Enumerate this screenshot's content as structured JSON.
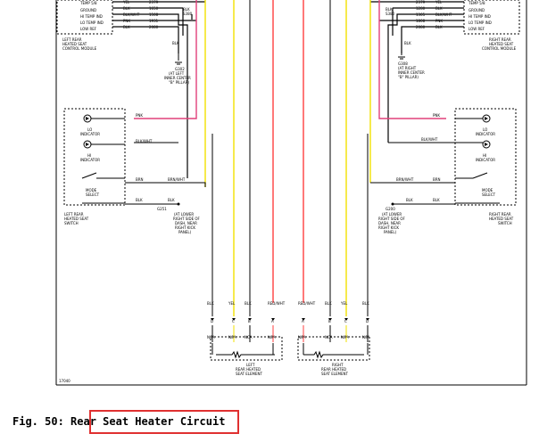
{
  "caption": {
    "prefix": "Fig. 50: Rear",
    "highlighted": "Seat Heater Circuit"
  },
  "colors": {
    "pink": "#e0407a",
    "yellow": "#f2e200",
    "red": "#ff4040",
    "highlight_box": "#e03030"
  },
  "left_module": {
    "pins": [
      {
        "name": "TEMP 5/8",
        "num": "2379",
        "color": "YEL"
      },
      {
        "name": "GROUND",
        "num": "1650",
        "color": "BLK"
      },
      {
        "name": "HI TEMP IND",
        "num": "1508",
        "color": "BLK/WHT"
      },
      {
        "name": "LO TEMP IND",
        "num": "1931",
        "color": "PNK"
      },
      {
        "name": "LOW REF",
        "num": "2080",
        "color": "BLK"
      }
    ],
    "label": [
      "LEFT REAR",
      "HEATED SEAT",
      "CONTROL MODULE"
    ],
    "splice": "BLK",
    "ground": [
      "G302",
      "(AT LEFT",
      "INNER CENTER",
      "\"B\" PILLAR)"
    ],
    "splice_num": "S380"
  },
  "right_module": {
    "pins": [
      {
        "name": "TEMP 5/8",
        "num": "2379",
        "color": "YEL"
      },
      {
        "name": "GROUND",
        "num": "1280",
        "color": "BLK"
      },
      {
        "name": "HI TEMP IND",
        "num": "1305",
        "color": "BLK/WHT"
      },
      {
        "name": "LO TEMP IND",
        "num": "1808",
        "color": "PNK"
      },
      {
        "name": "LOW REF",
        "num": "2080",
        "color": "BLK"
      }
    ],
    "label": [
      "RIGHT REAR",
      "HEATED SEAT",
      "CONTROL MODULE"
    ],
    "splice": "BLK",
    "ground": [
      "G308",
      "(AT RIGHT",
      "INNER CENTER",
      "\"B\" PILLAR)"
    ],
    "splice_num": "S380"
  },
  "left_switch": {
    "lo_indicator": [
      "LO",
      "INDICATOR"
    ],
    "hi_indicator": [
      "HI",
      "INDICATOR"
    ],
    "mode_select": [
      "MODE",
      "SELECT"
    ],
    "label": [
      "LEFT REAR",
      "HEATED SEAT",
      "SWITCH"
    ],
    "wire_pnk": "PNK",
    "wire_blkwht": "BLK/WHT",
    "wire_brn": "BRN",
    "wire_brnwht": "BRN/WHT",
    "wire_blk": "BLK",
    "ground": [
      "G251",
      "(AT LOWER",
      "RIGHT SIDE OF",
      "DASH, NEAR",
      "RIGHT KICK",
      "PANEL)"
    ]
  },
  "right_switch": {
    "lo_indicator": [
      "LO",
      "INDICATOR"
    ],
    "hi_indicator": [
      "HI",
      "INDICATOR"
    ],
    "mode_select": [
      "MODE",
      "SELECT"
    ],
    "label": [
      "RIGHT REAR",
      "HEATED SEAT",
      "SWITCH"
    ],
    "wire_pnk": "PNK",
    "wire_blkwht": "BLK/WHT",
    "wire_brn": "BRN",
    "wire_brnwht": "BRN/WHT",
    "wire_blk": "BLK",
    "ground": [
      "G200",
      "(AT LOWER",
      "RIGHT SIDE OF",
      "DASH, NEAR",
      "RIGHT KICK",
      "PANEL)"
    ]
  },
  "bottom": {
    "wires": [
      "BLK",
      "YEL",
      "BLK",
      "RED/WHT",
      "RED/WHT",
      "BLK",
      "YEL",
      "BLK"
    ],
    "pins": [
      "D",
      "C",
      "B",
      "A",
      "A",
      "B",
      "C",
      "D"
    ],
    "nca": "NCA",
    "left_element": [
      "LEFT",
      "REAR HEATED",
      "SEAT ELEMENT"
    ],
    "right_element": [
      "RIGHT",
      "REAR HEATED",
      "SEAT ELEMENT"
    ],
    "code": "17040"
  }
}
